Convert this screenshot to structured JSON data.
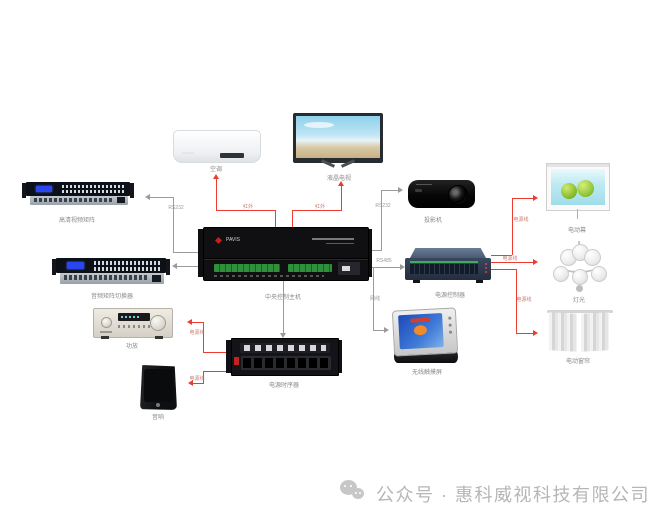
{
  "devices": {
    "video_matrix": {
      "label": "高清视频矩阵"
    },
    "audio_matrix": {
      "label": "音频矩阵切换器"
    },
    "host": {
      "label": "中央控制主机",
      "brand": "PAVIS"
    },
    "ac": {
      "label": "空调"
    },
    "tv": {
      "label": "液晶电视"
    },
    "projector": {
      "label": "投影机"
    },
    "screen": {
      "label": "电动幕"
    },
    "light": {
      "label": "灯光"
    },
    "curtain": {
      "label": "电动窗帘"
    },
    "power_controller": {
      "label": "电源控制器"
    },
    "touch_panel": {
      "label": "无线触摸屏"
    },
    "sequencer": {
      "label": "电源时序器"
    },
    "amplifier": {
      "label": "功放"
    },
    "speaker": {
      "label": "音响"
    }
  },
  "connections": {
    "video_matrix": "RS232",
    "ac": "红外",
    "tv": "红外",
    "projector": "RS232",
    "controller": "RS485",
    "touch_panel": "网线",
    "amp_power": "电源线",
    "speaker_power": "电源线",
    "screen_power": "电源线",
    "light_power": "电源线",
    "curtain_power": "电源线"
  },
  "links": [
    {
      "from": "中央控制主机",
      "to": "高清视频矩阵",
      "label": "RS232",
      "color": "grey"
    },
    {
      "from": "中央控制主机",
      "to": "音频矩阵切换器",
      "label": "",
      "color": "grey"
    },
    {
      "from": "中央控制主机",
      "to": "空调",
      "label": "红外",
      "color": "red"
    },
    {
      "from": "中央控制主机",
      "to": "液晶电视",
      "label": "红外",
      "color": "red"
    },
    {
      "from": "中央控制主机",
      "to": "投影机",
      "label": "RS232",
      "color": "grey"
    },
    {
      "from": "中央控制主机",
      "to": "电源控制器",
      "label": "RS485",
      "color": "grey"
    },
    {
      "from": "中央控制主机",
      "to": "无线触摸屏",
      "label": "网线",
      "color": "grey"
    },
    {
      "from": "中央控制主机",
      "to": "电源时序器",
      "label": "",
      "color": "grey"
    },
    {
      "from": "电源时序器",
      "to": "功放",
      "label": "电源线",
      "color": "red"
    },
    {
      "from": "电源时序器",
      "to": "音响",
      "label": "电源线",
      "color": "red"
    },
    {
      "from": "电源控制器",
      "to": "电动幕",
      "label": "电源线",
      "color": "red"
    },
    {
      "from": "电源控制器",
      "to": "灯光",
      "label": "电源线",
      "color": "red"
    },
    {
      "from": "电源控制器",
      "to": "电动窗帘",
      "label": "电源线",
      "color": "red"
    }
  ],
  "colors": {
    "red_line": "#ed3b2f",
    "grey_line": "#9b9b9b"
  },
  "footer": {
    "text": "公众号 · 惠科威视科技有限公司"
  }
}
